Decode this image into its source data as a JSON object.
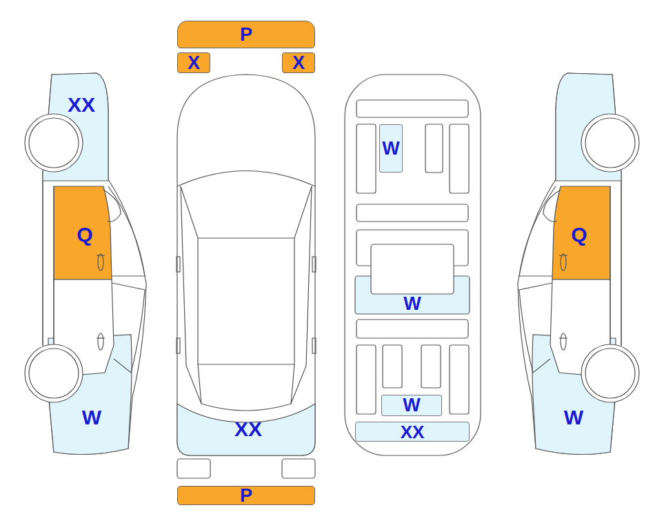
{
  "diagram": {
    "nodes": [
      {
        "text": [
          "P"
        ]
      },
      {
        "text": [
          "X"
        ]
      },
      {
        "text": [
          "X"
        ]
      },
      {
        "text": [
          "W"
        ]
      },
      {
        "text": [
          "W"
        ]
      },
      {
        "text": [
          "W"
        ]
      },
      {
        "text": [
          "XX"
        ]
      },
      {
        "text": [
          "P"
        ]
      }
    ],
    "labels": [
      "XX",
      "Q",
      "Q",
      "W",
      "XX",
      "W"
    ]
  }
}
